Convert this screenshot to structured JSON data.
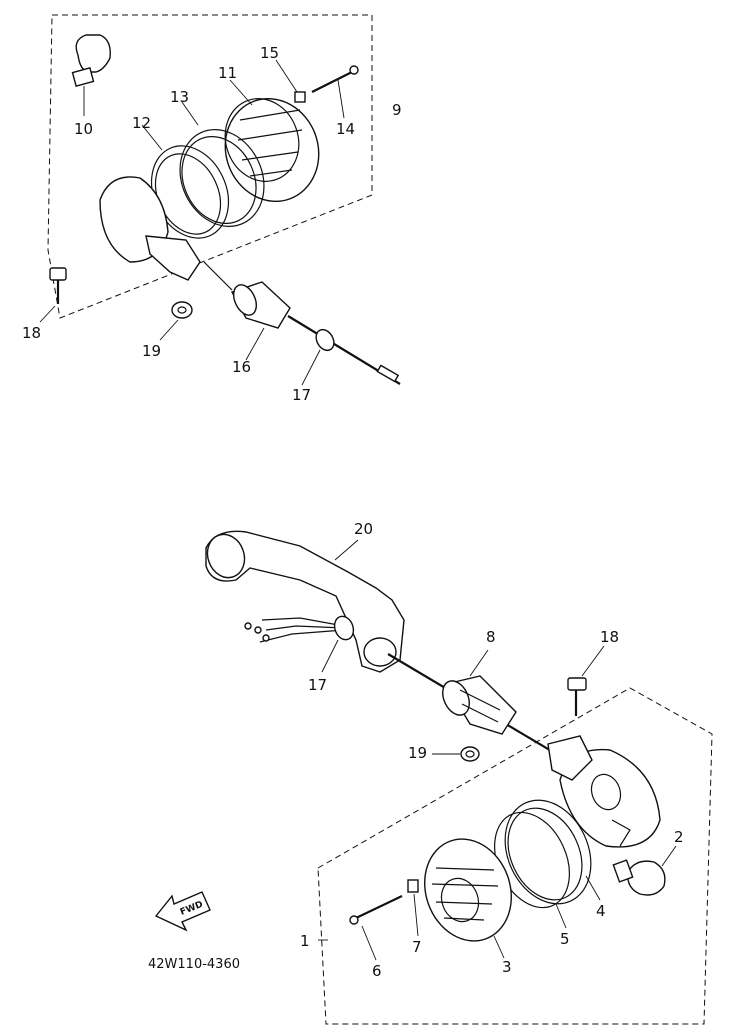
{
  "diagram_code": "42W110-4360",
  "forward_arrow_text": "FWD",
  "callouts": {
    "c1": "1",
    "c2": "2",
    "c3": "3",
    "c4": "4",
    "c5": "5",
    "c6": "6",
    "c7": "7",
    "c8": "8",
    "c9": "9",
    "c10": "10",
    "c11": "11",
    "c12": "12",
    "c13": "13",
    "c14": "14",
    "c15": "15",
    "c16": "16",
    "c17a": "17",
    "c17b": "17",
    "c18a": "18",
    "c18b": "18",
    "c19a": "19",
    "c19b": "19",
    "c20": "20"
  }
}
